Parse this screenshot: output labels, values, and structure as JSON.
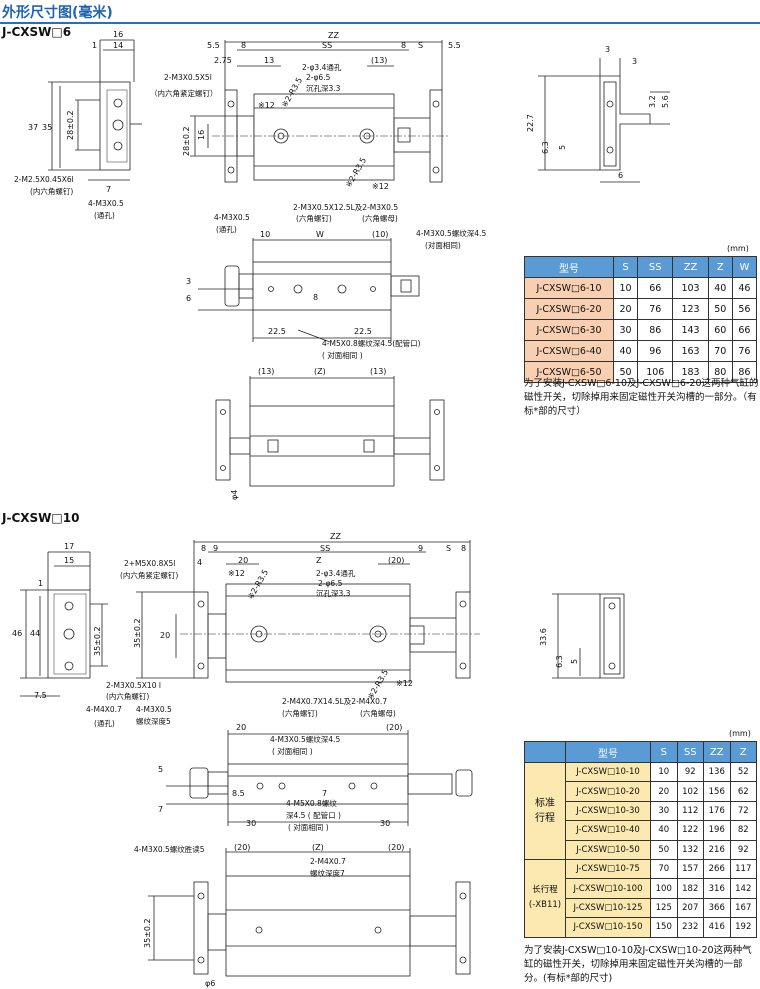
{
  "page_title": "外形尺寸图(毫米)",
  "section1": {
    "title": "J-CXSW□6",
    "unit": "(mm)",
    "headers": [
      "型号",
      "S",
      "SS",
      "ZZ",
      "Z",
      "W"
    ],
    "rows": [
      [
        "J-CXSW□6-10",
        "10",
        "66",
        "103",
        "40",
        "46"
      ],
      [
        "J-CXSW□6-20",
        "20",
        "76",
        "123",
        "50",
        "56"
      ],
      [
        "J-CXSW□6-30",
        "30",
        "86",
        "143",
        "60",
        "66"
      ],
      [
        "J-CXSW□6-40",
        "40",
        "96",
        "163",
        "70",
        "76"
      ],
      [
        "J-CXSW□6-50",
        "50",
        "106",
        "183",
        "80",
        "86"
      ]
    ],
    "note": "为了安装J-CXSW□6-10及J-CXSW□6-20这两种气缸的磁性开关，切除掉用来固定磁性开关沟槽的一部分。（有标*部的尺寸）",
    "dims": {
      "d16": "16",
      "d14": "14",
      "d1": "1",
      "d37": "37",
      "d35": "35",
      "d28": "28±0.2",
      "d7": "7",
      "zz": "ZZ",
      "ss": "SS",
      "s": "S",
      "d55": "5.5",
      "d8": "8",
      "d275": "2.75",
      "d13": "13",
      "d13p": "(13)",
      "d12": "※12",
      "d16b": "16",
      "d28b": "28±0.2",
      "d10": "10",
      "w": "W",
      "d10p": "(10)",
      "d3": "3",
      "d6": "6",
      "d225": "22.5",
      "d13a": "(13)",
      "zp": "(Z)",
      "d13b": "(13)",
      "phi4": "φ4",
      "r1": "※2-R3.5",
      "r2": "※2-R3.5",
      "d12b": "※12",
      "d3b": "3",
      "d3c": "3",
      "d227": "22.7",
      "d32": "3.2",
      "d56": "5.6",
      "d63": "6.3",
      "d5": "5",
      "d6r": "6"
    },
    "labels": {
      "l1": "2-M3X0.5X5l",
      "l2": "（内六角紧定螺钉）",
      "l3": "2-φ3.4通孔",
      "l4": "2-φ6.5",
      "l5": "沉孔深3.3",
      "l6": "2-M2.5X0.45X6l",
      "l7": "(内六角螺钉)",
      "l8": "4-M3X0.5",
      "l9": "(通孔)",
      "l10": "4-M3X0.5",
      "l11": "(通孔)",
      "l12": "2-M3X0.5X12.5L及2-M3X0.5",
      "l13": "(六角螺钉)",
      "l14": "(六角螺母)",
      "l15": "4-M3X0.5螺纹深4.5",
      "l16": "(对面相同)",
      "l17": "4-M5X0.8螺纹深4.5(配管口)",
      "l18": "( 对面相同 )"
    }
  },
  "section2": {
    "title": "J-CXSW□10",
    "unit": "(mm)",
    "headers": [
      "型号",
      "S",
      "SS",
      "ZZ",
      "Z"
    ],
    "group_std": "标准\n行程",
    "group_long": "长行程\n(-XB11)",
    "rows": [
      [
        "J-CXSW□10-10",
        "10",
        "92",
        "136",
        "52"
      ],
      [
        "J-CXSW□10-20",
        "20",
        "102",
        "156",
        "62"
      ],
      [
        "J-CXSW□10-30",
        "30",
        "112",
        "176",
        "72"
      ],
      [
        "J-CXSW□10-40",
        "40",
        "122",
        "196",
        "82"
      ],
      [
        "J-CXSW□10-50",
        "50",
        "132",
        "216",
        "92"
      ],
      [
        "J-CXSW□10-75",
        "70",
        "157",
        "266",
        "117"
      ],
      [
        "J-CXSW□10-100",
        "100",
        "182",
        "316",
        "142"
      ],
      [
        "J-CXSW□10-125",
        "125",
        "207",
        "366",
        "167"
      ],
      [
        "J-CXSW□10-150",
        "150",
        "232",
        "416",
        "192"
      ]
    ],
    "note": "为了安装J-CXSW□10-10及J-CXSW□10-20这两种气缸的磁性开关，切除掉用来固定磁性开关沟槽的一部分。(有标*部的尺寸)",
    "dims": {
      "d17": "17",
      "d15": "15",
      "d1": "1",
      "d46": "46",
      "d44": "44",
      "d35": "35±0.2",
      "d75": "7.5",
      "zz": "ZZ",
      "ss": "SS",
      "s": "S",
      "d8": "8",
      "d9": "9",
      "d4": "4",
      "d20": "20",
      "z": "Z",
      "d20p": "(20)",
      "d12": "※12",
      "d35b": "35±0.2",
      "d20b": "20",
      "d12b": "※12",
      "d20c": "20",
      "d20d": "(20)",
      "d5": "5",
      "d7": "7",
      "d85": "8.5",
      "d30": "30",
      "d30b": "30",
      "d7b": "7",
      "d20e": "(20)",
      "zp": "(Z)",
      "d20f": "(20)",
      "d35c": "35±0.2",
      "phi6": "φ6",
      "r1": "※2-R3.5",
      "r2": "※2-R3.5",
      "d336": "33.6",
      "d63": "6.3",
      "d5r": "5"
    },
    "labels": {
      "l1": "2+M5X0.8X5l",
      "l2": "(内六角紧定螺钉)",
      "l3": "2-φ3.4通孔",
      "l4": "2-φ6.5",
      "l5": "沉孔深3.3",
      "l6": "2-M3X0.5X10 l",
      "l7": "(内六角螺钉)",
      "l8": "4-M4X0.7",
      "l9": "(通孔)",
      "l10": "4-M3X0.5",
      "l11": "螺纹深度5",
      "l12": "2-M4X0.7X14.5L及2-M4X0.7",
      "l13": "(六角螺钉)",
      "l14": "(六角螺母)",
      "l15": "4-M3X0.5螺纹深4.5",
      "l16": "( 对面相同 )",
      "l17": "4-M5X0.8螺纹",
      "l18": "深4.5 ( 配管口 )",
      "l19": "( 对面相同 )",
      "l20": "4-M3X0.5螺纹胜读5",
      "l21": "2-M4X0.7",
      "l22": "螺纹深度7"
    }
  }
}
